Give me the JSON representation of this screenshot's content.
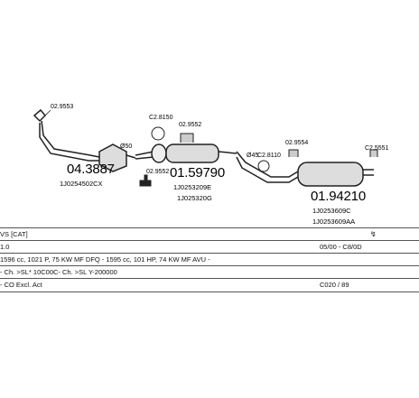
{
  "parts": {
    "downpipe": {
      "code": "04.3887",
      "oem": "1J0254502CX"
    },
    "front_pipe": {
      "code": "01.59790",
      "oem1": "1J0253209E",
      "oem2": "1J025320G"
    },
    "rear_box": {
      "code": "01.94210",
      "oem1": "1J0253609C",
      "oem2": "1J0253609AA"
    }
  },
  "clamps": {
    "c1": "02.9553",
    "c2": "C2.8150",
    "c3": "02.9552",
    "c4": "02.9552",
    "c5": "C2.8110",
    "c6": "02.9554",
    "c7": "C2.5551"
  },
  "dims": {
    "d1": "Ø50",
    "d2": "Ø45"
  },
  "rows": [
    {
      "col1": "VS [CAT]",
      "col2": "",
      "icon": "↯"
    },
    {
      "col1": "1.0",
      "col2": "05/00 - C8/0D",
      "icon": ""
    },
    {
      "col1": "1596 cc, 1021 P, 75 KW MF DFQ - 1595 cc, 101 HP, 74 KW MF AVU -",
      "col2": "",
      "icon": ""
    },
    {
      "col1": "- Ch. >SL* 10C00C- Ch. >SL Y-200000",
      "col2": "",
      "icon": ""
    },
    {
      "col1": "- CO Excl. Act",
      "col2": "C020 / 89",
      "icon": ""
    }
  ]
}
